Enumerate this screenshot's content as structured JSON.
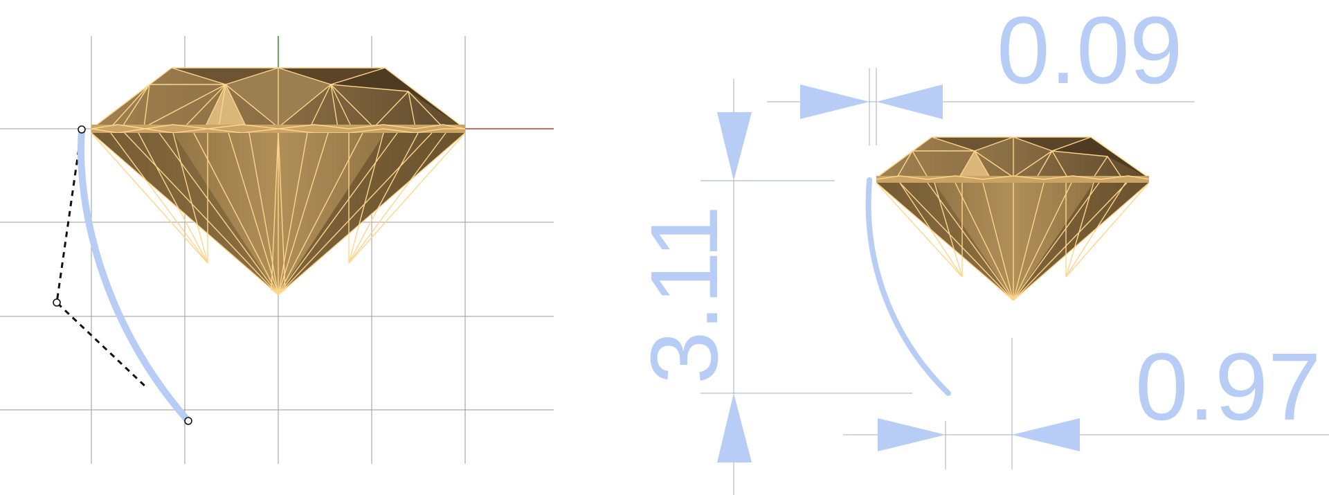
{
  "left_view": {
    "name": "curve-edit-viewport",
    "axis_colors": {
      "x_axis": "#c0392b",
      "y_axis": "#2e8b2e"
    },
    "curve_color": "#b8cdf5",
    "control_polygon_color": "#111111"
  },
  "right_view": {
    "name": "dimension-viewport",
    "dimensions": {
      "table_offset": "0.09",
      "vertical_height": "3.11",
      "horizontal_offset": "0.97"
    },
    "dimension_color": "#b8cdf5"
  },
  "gem_colors": {
    "crown_dark": "#6b5433",
    "crown_mid": "#9a7c4c",
    "pavilion": "#a68650",
    "facet_edge": "#ffd58c"
  }
}
